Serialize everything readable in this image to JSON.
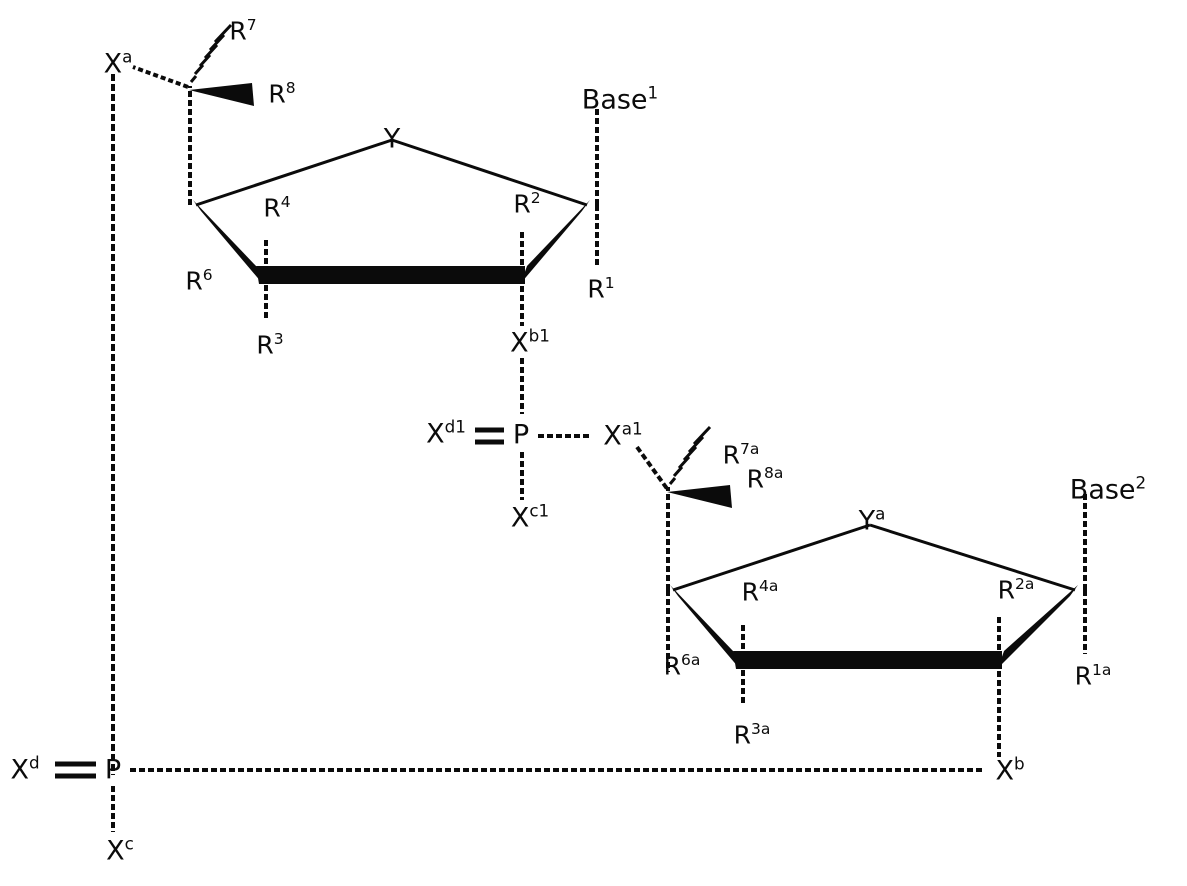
{
  "figure": {
    "type": "chemical-structure-diagram",
    "description": "Dinucleotide phosphate chemical structure with two furanose sugar rings, two phosphorus centers and generic R-group substituent labels",
    "background_color": "#ffffff",
    "line_color": "#0b0b0b"
  },
  "labels": {
    "xa": "X",
    "xa_sup": "a",
    "r7": "R",
    "r7_sup": "7",
    "r8": "R",
    "r8_sup": "8",
    "y": "Y",
    "base1": "Base",
    "base1_sup": "1",
    "r4": "R",
    "r4_sup": "4",
    "r2": "R",
    "r2_sup": "2",
    "r6": "R",
    "r6_sup": "6",
    "r1": "R",
    "r1_sup": "1",
    "r3": "R",
    "r3_sup": "3",
    "xb1": "X",
    "xb1_sup": "b1",
    "xd1": "X",
    "xd1_sup": "d1",
    "p1": "P",
    "xa1": "X",
    "xa1_sup": "a1",
    "xc1": "X",
    "xc1_sup": "c1",
    "r7a": "R",
    "r7a_sup": "7a",
    "r8a": "R",
    "r8a_sup": "8a",
    "ya": "Y",
    "ya_sup": "a",
    "base2": "Base",
    "base2_sup": "2",
    "r4a": "R",
    "r4a_sup": "4a",
    "r2a": "R",
    "r2a_sup": "2a",
    "r6a": "R",
    "r6a_sup": "6a",
    "r1a": "R",
    "r1a_sup": "1a",
    "r3a": "R",
    "r3a_sup": "3a",
    "xd": "X",
    "xd_sup": "d",
    "p2": "P",
    "xb": "X",
    "xb_sup": "b",
    "xc": "X",
    "xc_sup": "c"
  }
}
